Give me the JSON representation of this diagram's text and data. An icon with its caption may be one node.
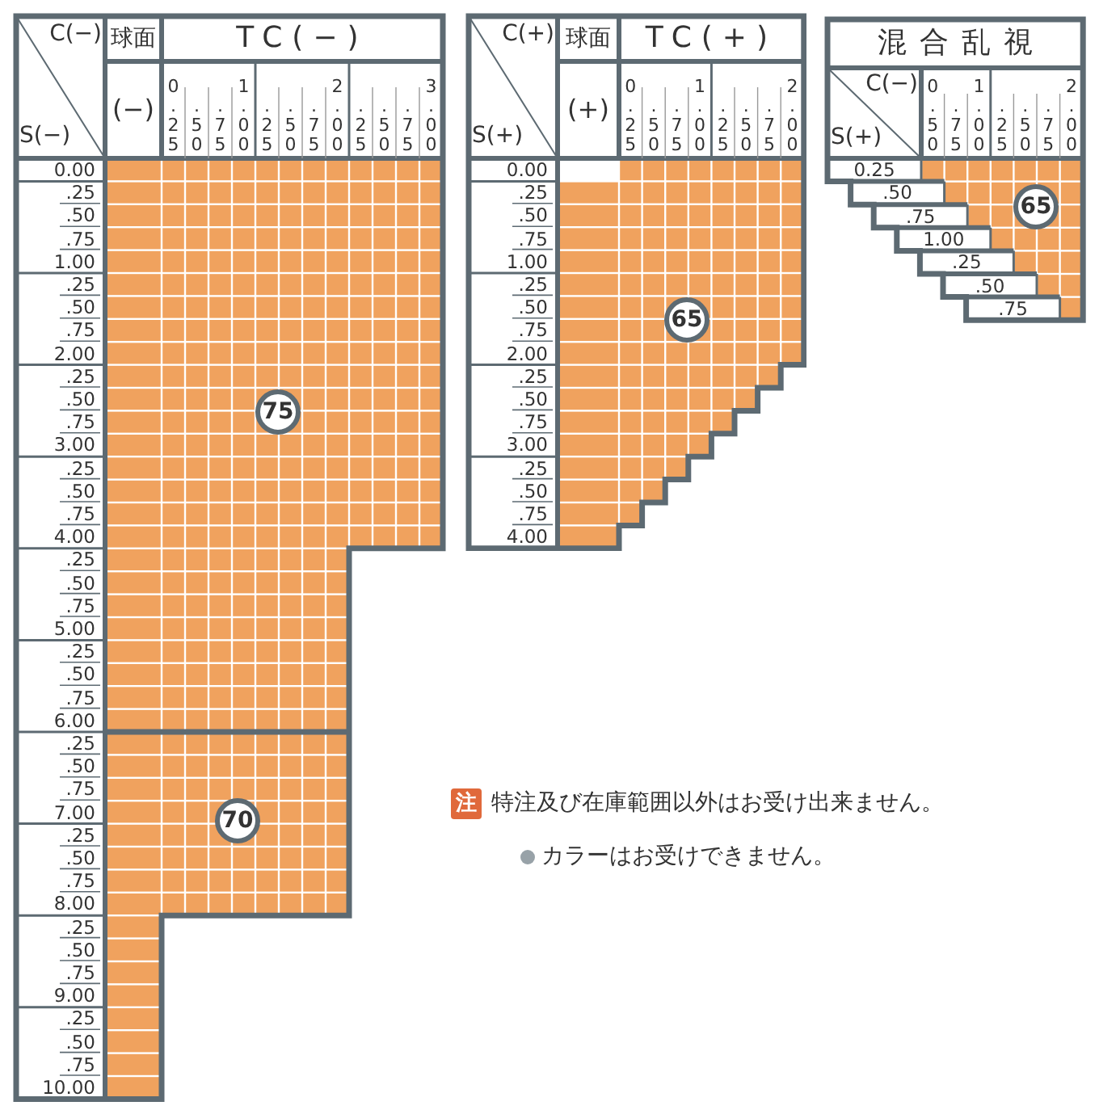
{
  "diagram": {
    "nodes": [
      {
        "text": [
          "C(−)",
          "S(−)",
          "球面",
          "TC(−)",
          "(−)",
          "0.25",
          ".50",
          ".75",
          "1.00",
          ".25",
          ".50",
          ".75",
          "2.00",
          ".25",
          ".50",
          ".75",
          "3.00",
          "0.00",
          ".25",
          ".50",
          ".75",
          "1.00",
          ".25",
          ".50",
          ".75",
          "2.00",
          ".25",
          ".50",
          ".75",
          "3.00",
          ".25",
          ".50",
          ".75",
          "4.00",
          ".25",
          ".50",
          ".75",
          "5.00",
          ".25",
          ".50",
          ".75",
          "6.00",
          ".25",
          ".50",
          ".75",
          "7.00",
          ".25",
          ".50",
          ".75",
          "8.00",
          ".25",
          ".50",
          ".75",
          "9.00",
          ".25",
          ".50",
          ".75",
          "10.00"
        ]
      },
      {
        "text": [
          "75"
        ],
        "in": 0
      },
      {
        "text": [
          "70"
        ],
        "in": 0
      },
      {
        "text": [
          "C(+)",
          "S(+)",
          "球面",
          "TC(+)",
          "(+)",
          "0.25",
          ".50",
          ".75",
          "1.00",
          ".25",
          ".50",
          ".75",
          "2.00",
          "0.00",
          ".25",
          ".50",
          ".75",
          "1.00",
          ".25",
          ".50",
          ".75",
          "2.00",
          ".25",
          ".50",
          ".75",
          "3.00",
          ".25",
          ".50",
          ".75",
          "4.00"
        ]
      },
      {
        "text": [
          "65"
        ],
        "in": 3
      },
      {
        "text": [
          "混合乱視",
          "C(−)",
          "S(+)",
          "0.50",
          ".75",
          "1.00",
          ".25",
          ".50",
          ".75",
          "2.00",
          "0.25",
          ".50",
          ".75",
          "1.00",
          ".25",
          ".50",
          ".75"
        ]
      },
      {
        "text": [
          "65"
        ],
        "in": 5
      },
      {
        "text": [
          "注"
        ],
        "beside": [
          "特注及び在庫範囲以外はお受け出来ません。"
        ]
      }
    ],
    "labels": [
      "カラーはお受けできません。"
    ]
  }
}
